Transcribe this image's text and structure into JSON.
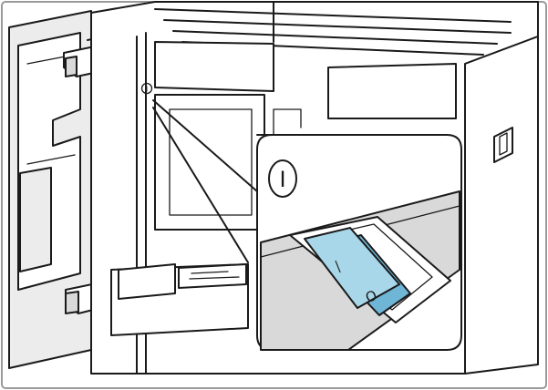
{
  "illustration": {
    "power_symbol_small": "I",
    "power_symbol_large": "I",
    "switch_on_mark": "|",
    "switch_off_mark": "O",
    "switch_color": "#a9d7ea",
    "switch_shadow_color": "#6fb6d6",
    "panel_color": "#d9d9d9"
  }
}
